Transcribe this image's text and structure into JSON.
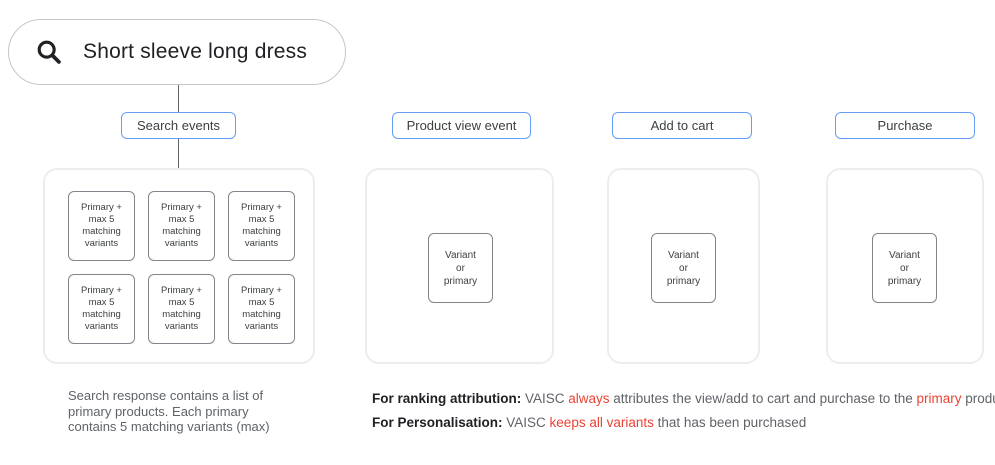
{
  "colors": {
    "accent_blue": "#669df6",
    "highlight_red": "#ea4335",
    "gray_text": "#5f6368",
    "dark_text": "#202124",
    "small_box_border": "#80868b",
    "container_border": "#ecedf0"
  },
  "search": {
    "query": "Short sleeve long dress",
    "icon": "magnifier"
  },
  "events": [
    {
      "label": "Search events"
    },
    {
      "label": "Product view event"
    },
    {
      "label": "Add to cart"
    },
    {
      "label": "Purchase"
    }
  ],
  "primary_box": {
    "lines": [
      "Primary +",
      "max 5",
      "matching",
      "variants"
    ]
  },
  "variant_box": {
    "lines": [
      "Variant",
      "or",
      "primary"
    ]
  },
  "caption": {
    "lines": [
      "Search response contains a list of",
      "primary products. Each primary",
      "contains 5 matching variants (max)"
    ]
  },
  "notes": {
    "ranking": {
      "label": "For ranking attribution:",
      "t1": " VAISC ",
      "red1": "always",
      "t2": " attributes the view/add to cart and purchase to the ",
      "red2": "primary",
      "t3": " product."
    },
    "personalisation": {
      "label": "For Personalisation:",
      "t1": " VAISC ",
      "red1": "keeps all variants",
      "t2": " that has been purchased"
    }
  }
}
